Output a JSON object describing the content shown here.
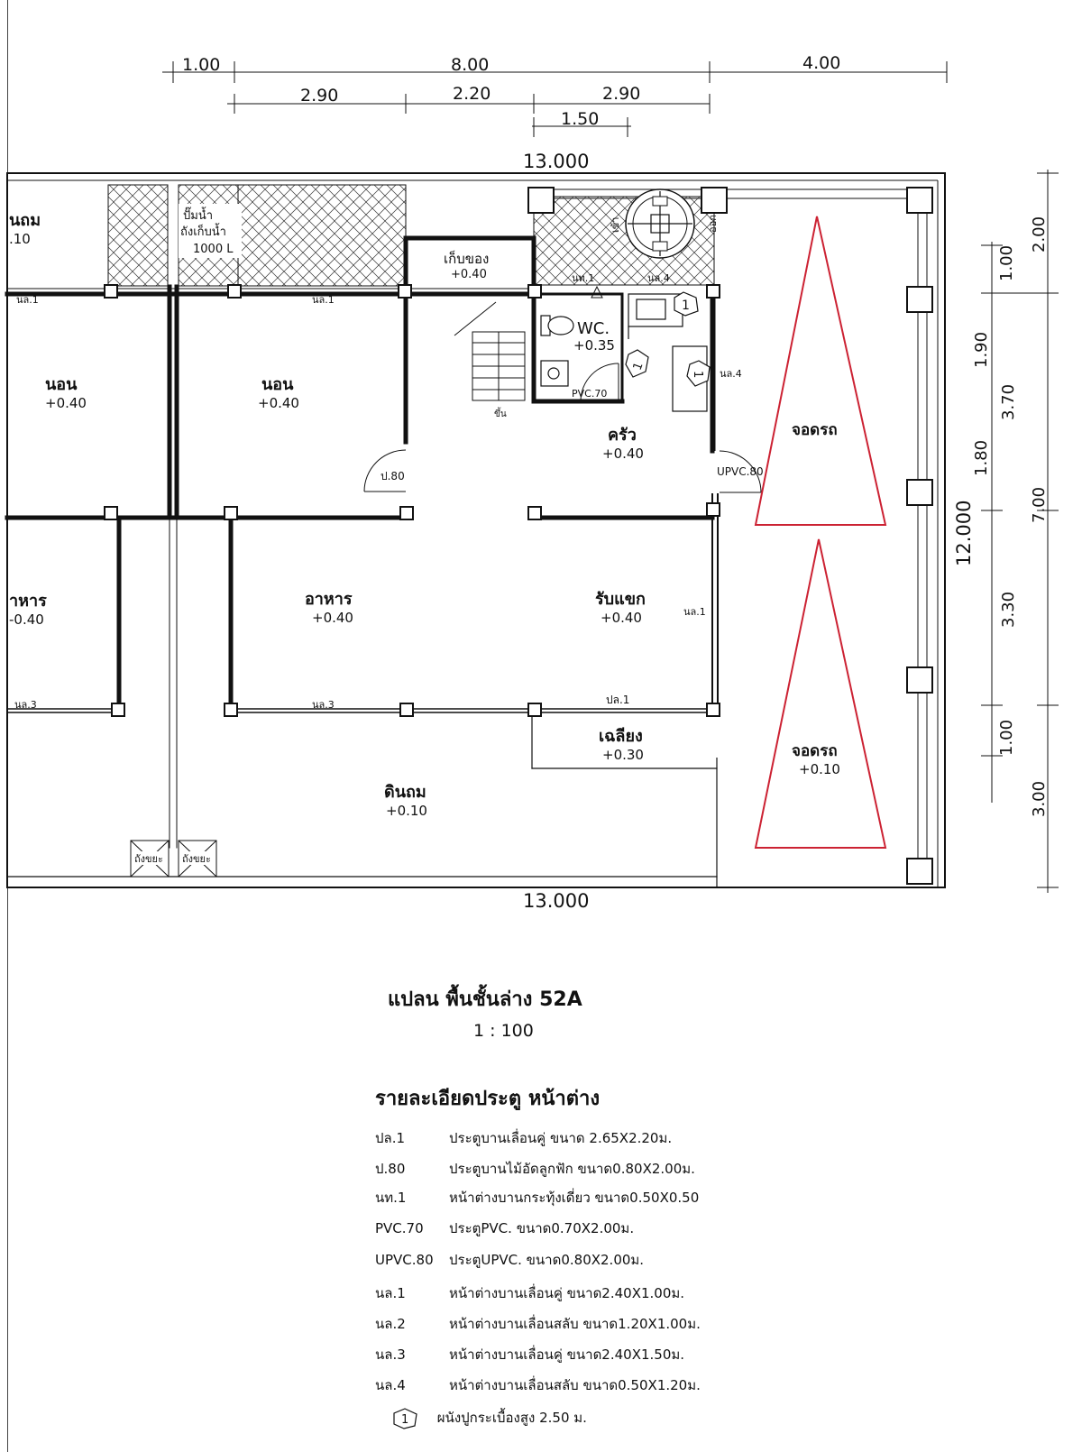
{
  "dimensions": {
    "top_row1": [
      "1.00",
      "8.00",
      "4.00"
    ],
    "top_row2": [
      "2.90",
      "2.20",
      "2.90"
    ],
    "top_row3": "1.50",
    "overall_top": "13.000",
    "overall_bottom": "13.000",
    "overall_side": "12.000",
    "right_inner": [
      "1.00",
      "1.90",
      "1.80",
      "3.30",
      "1.00"
    ],
    "right_outer": [
      "2.00",
      "3.70",
      "7.00",
      "3.00"
    ]
  },
  "rooms": {
    "left_top_partial_name": "นถม",
    "left_top_partial_level": ".10",
    "pump_label_1": "ปั๊มน้ำ",
    "pump_label_2": "ถังเก็บน้ำ",
    "pump_label_3": "1000 L",
    "storage_name": "เก็บของ",
    "storage_level": "+0.40",
    "bedroom1_name": "นอน",
    "bedroom1_level": "+0.40",
    "bedroom2_name": "นอน",
    "bedroom2_level": "+0.40",
    "wc_name": "WC.",
    "wc_level": "+0.35",
    "kitchen_name": "ครัว",
    "kitchen_level": "+0.40",
    "dining_partial_name": "าหาร",
    "dining_partial_level": "-0.40",
    "dining_name": "อาหาร",
    "dining_level": "+0.40",
    "living_name": "รับแขก",
    "living_level": "+0.40",
    "porch_name": "เฉลียง",
    "porch_level": "+0.30",
    "ground_name": "ดินถม",
    "ground_level": "+0.10",
    "parking1_name": "จอดรถ",
    "parking2_name": "จอดรถ",
    "parking2_level": "+0.10",
    "bin1": "ถังขยะ",
    "bin2": "ถังขยะ",
    "stair_up": "ขึ้น",
    "tank_in": "เข้า",
    "tank_out": "ออก"
  },
  "tags": {
    "nl1_a": "นล.1",
    "nl1_b": "นล.1",
    "nl1_c": "นล.1",
    "nl3_a": "นล.3",
    "nl3_b": "นล.3",
    "nl4_a": "นล.4",
    "nl4_b": "นล.4",
    "nt1": "นท.1",
    "p80": "ป.80",
    "pvc70": "PVC.70",
    "upvc80": "UPVC.80",
    "pl1": "ปล.1",
    "tile_marker": "1"
  },
  "legend": {
    "title": "แปลน พื้นชั้นล่าง  52A",
    "scale": "1 : 100",
    "schedule_title": "รายละเอียดประตู หน้าต่าง",
    "items": [
      {
        "code": "ปล.1",
        "desc": "ประตูบานเลื่อนคู่ ขนาด 2.65X2.20ม."
      },
      {
        "code": "ป.80",
        "desc": "ประตูบานไม้อัดลูกฟัก ขนาด0.80X2.00ม."
      },
      {
        "code": "นท.1",
        "desc": "หน้าต่างบานกระทุ้งเดี่ยว ขนาด0.50X0.50"
      },
      {
        "code": "PVC.70",
        "desc": "ประตูPVC. ขนาด0.70X2.00ม."
      },
      {
        "code": "UPVC.80",
        "desc": "ประตูUPVC. ขนาด0.80X2.00ม."
      },
      {
        "code": "นล.1",
        "desc": "หน้าต่างบานเลื่อนคู่ ขนาด2.40X1.00ม."
      },
      {
        "code": "นล.2",
        "desc": "หน้าต่างบานเลื่อนสลับ ขนาด1.20X1.00ม."
      },
      {
        "code": "นล.3",
        "desc": "หน้าต่างบานเลื่อนคู่ ขนาด2.40X1.50ม."
      },
      {
        "code": "นล.4",
        "desc": "หน้าต่างบานเลื่อนสลับ ขนาด0.50X1.20ม."
      }
    ],
    "tile_symbol": "1",
    "tile_note": "ผนังปูกระเบื้องสูง 2.50 ม."
  },
  "colors": {
    "walls": "#111111",
    "parking_triangle": "#cc2233",
    "hatch": "#333333"
  }
}
